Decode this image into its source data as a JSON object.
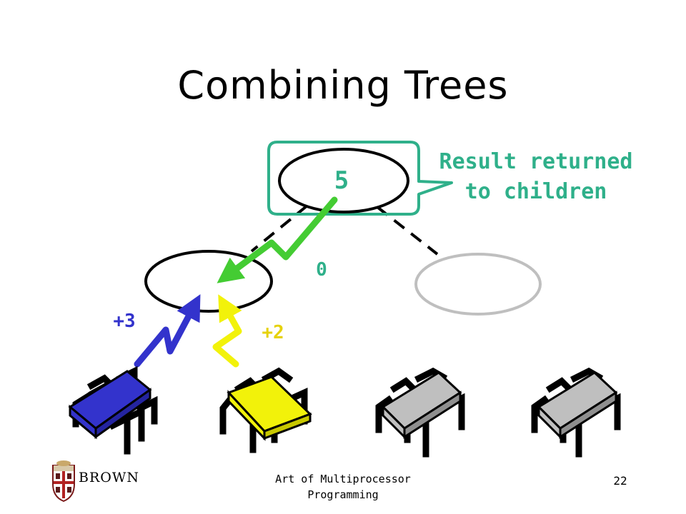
{
  "slide": {
    "title": "Combining Trees",
    "callout": [
      "Result returned",
      "to children"
    ],
    "footer": [
      "Art of Multiprocessor",
      "Programming"
    ],
    "page_number": "22",
    "logo_text": "BROWN"
  },
  "tree": {
    "root_value": "5",
    "left_child_value": "",
    "right_child_value": "",
    "return_to_left": "0",
    "thread_labels": [
      "+3",
      "+2"
    ]
  },
  "colors": {
    "accent": "#2fb08a",
    "arrow_green": "#44cc33",
    "thread_blue": "#3333cc",
    "thread_yellow": "#f2f20a",
    "inactive_gray": "#bfbfbf"
  }
}
